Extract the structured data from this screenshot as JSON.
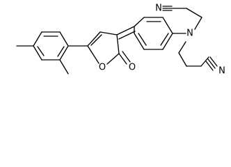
{
  "structure": {
    "atoms": {
      "oxygen_ring": "O",
      "oxygen_carbonyl": "O",
      "nitrogen": "N",
      "nitrogen_nitrile_top": "N",
      "nitrogen_nitrile_bottom": "N"
    }
  },
  "colors": {
    "line": "#000000",
    "background": "#ffffff"
  }
}
